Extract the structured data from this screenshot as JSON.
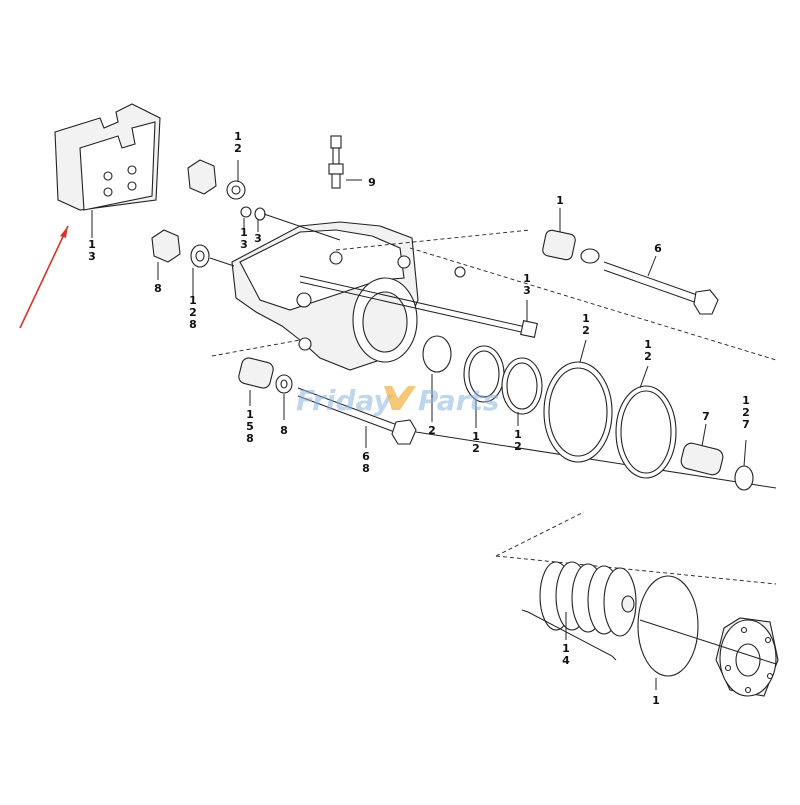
{
  "watermark": {
    "text_left": "Friday",
    "text_right": "Parts",
    "color": "#8eb6de"
  },
  "arrow": {
    "color": "#d9342b"
  },
  "callouts": {
    "pad": "13",
    "nut_top_washer": "12",
    "nut_small_a": "13",
    "nut_small_b": "3",
    "bleeder": "9",
    "nut_left": "8",
    "washer_left": "128",
    "bolt_top_right_bushing": "1",
    "bolt_top_right": "6",
    "long_bolt": "13",
    "bushing_bottom": "158",
    "washer_bottom": "8",
    "bolt_bottom": "68",
    "seal_small": "2",
    "oring_a": "12",
    "oring_b": "12",
    "big_ring_a": "12",
    "big_ring_b": "12",
    "piston_pin": "7",
    "cap_disc": "127",
    "spring_pack": "14",
    "disc_bottom": "1"
  }
}
